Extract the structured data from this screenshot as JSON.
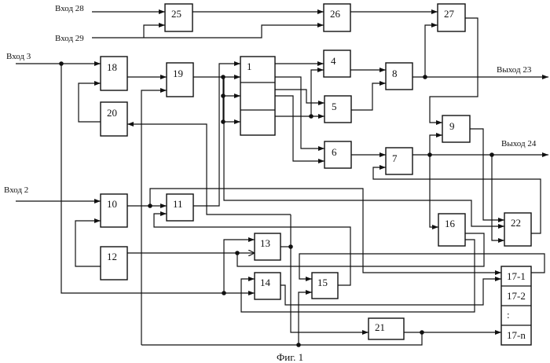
{
  "io_labels": {
    "input_28": "Вход 28",
    "input_29": "Вход 29",
    "input_3": "Вход 3",
    "input_2": "Вход 2",
    "output_23": "Выход 23",
    "output_24": "Выход 24"
  },
  "blocks": {
    "b1": "1",
    "b4": "4",
    "b5": "5",
    "b6": "6",
    "b7": "7",
    "b8": "8",
    "b9": "9",
    "b10": "10",
    "b11": "11",
    "b12": "12",
    "b13": "13",
    "b14": "14",
    "b15": "15",
    "b16": "16",
    "b18": "18",
    "b19": "19",
    "b20": "20",
    "b21": "21",
    "b22": "22",
    "b25": "25",
    "b26": "26",
    "b27": "27",
    "b17_1": "17-1",
    "b17_2": "17-2",
    "b17_dots": ":",
    "b17_n": "17-n"
  },
  "caption": "Фиг. 1"
}
